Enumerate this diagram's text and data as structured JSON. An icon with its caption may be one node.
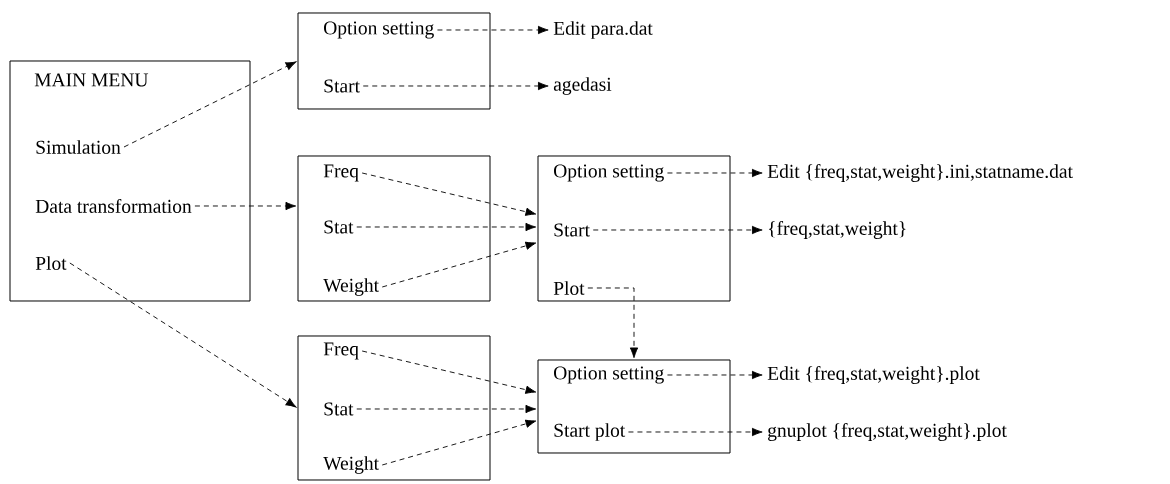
{
  "diagram": {
    "nodes": [
      {
        "text": [
          "MAIN MENU"
        ]
      },
      {
        "text": [
          "Simulation"
        ],
        "in": 0
      },
      {
        "text": [
          "Data transformation"
        ],
        "in": 0
      },
      {
        "text": [
          "Plot"
        ],
        "in": 0
      },
      {
        "text": [],
        "shape": "box"
      },
      {
        "text": [
          "Option setting"
        ],
        "in": 4
      },
      {
        "text": [
          "Start"
        ],
        "in": 4
      },
      {
        "text": [
          "Edit para.dat"
        ]
      },
      {
        "text": [
          "agedasi"
        ]
      },
      {
        "text": [],
        "shape": "box"
      },
      {
        "text": [
          "Freq"
        ],
        "in": 9
      },
      {
        "text": [
          "Stat"
        ],
        "in": 9
      },
      {
        "text": [
          "Weight"
        ],
        "in": 9
      },
      {
        "text": [],
        "shape": "box"
      },
      {
        "text": [
          "Option setting"
        ],
        "in": 13
      },
      {
        "text": [
          "Start"
        ],
        "in": 13
      },
      {
        "text": [
          "Plot"
        ],
        "in": 13
      },
      {
        "text": [
          "Edit {freq,stat,weight}.ini,statname.dat"
        ]
      },
      {
        "text": [
          "{freq,stat,weight}"
        ]
      },
      {
        "text": [],
        "shape": "box"
      },
      {
        "text": [
          "Freq"
        ],
        "in": 19
      },
      {
        "text": [
          "Stat"
        ],
        "in": 19
      },
      {
        "text": [
          "Weight"
        ],
        "in": 19
      },
      {
        "text": [],
        "shape": "box"
      },
      {
        "text": [
          "Option setting"
        ],
        "in": 23
      },
      {
        "text": [
          "Start plot"
        ],
        "in": 23
      },
      {
        "text": [
          "Edit {freq,stat,weight}.plot"
        ]
      },
      {
        "text": [
          "gnuplot {freq,stat,weight}.plot"
        ]
      }
    ],
    "edges": [
      {
        "from": 1,
        "to": 4,
        "arrow": "to",
        "style": "dashed"
      },
      {
        "from": 2,
        "to": 9,
        "arrow": "to",
        "style": "dashed"
      },
      {
        "from": 3,
        "to": 19,
        "arrow": "to",
        "style": "dashed"
      },
      {
        "from": 5,
        "to": 7,
        "arrow": "to",
        "style": "dashed"
      },
      {
        "from": 6,
        "to": 8,
        "arrow": "to",
        "style": "dashed"
      },
      {
        "from": 10,
        "to": 13,
        "arrow": "to",
        "style": "dashed"
      },
      {
        "from": 11,
        "to": 13,
        "arrow": "to",
        "style": "dashed"
      },
      {
        "from": 12,
        "to": 13,
        "arrow": "to",
        "style": "dashed"
      },
      {
        "from": 14,
        "to": 17,
        "arrow": "to",
        "style": "dashed"
      },
      {
        "from": 15,
        "to": 18,
        "arrow": "to",
        "style": "dashed"
      },
      {
        "from": 16,
        "to": 23,
        "arrow": "to",
        "style": "dashed"
      },
      {
        "from": 20,
        "to": 23,
        "arrow": "to",
        "style": "dashed"
      },
      {
        "from": 21,
        "to": 23,
        "arrow": "to",
        "style": "dashed"
      },
      {
        "from": 22,
        "to": 23,
        "arrow": "to",
        "style": "dashed"
      },
      {
        "from": 24,
        "to": 26,
        "arrow": "to",
        "style": "dashed"
      },
      {
        "from": 25,
        "to": 27,
        "arrow": "to",
        "style": "dashed"
      }
    ]
  }
}
